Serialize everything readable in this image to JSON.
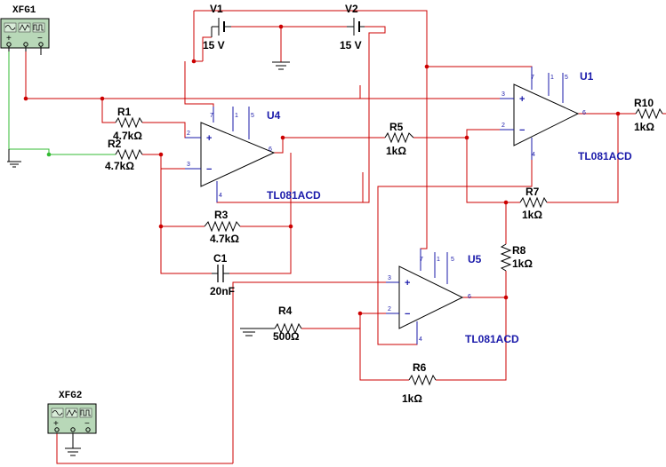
{
  "colors": {
    "wire": "#cc0000",
    "wire_green": "#33bb33",
    "component": "#1a1aaa",
    "generator_face": "#b8d8b8",
    "black": "#000000"
  },
  "generators": {
    "xfg1": {
      "name": "XFG1",
      "pins": [
        "+",
        "−"
      ]
    },
    "xfg2": {
      "name": "XFG2",
      "pins": [
        "+",
        "−"
      ]
    }
  },
  "sources": {
    "v1": {
      "name": "V1",
      "value": "15 V"
    },
    "v2": {
      "name": "V2",
      "value": "15 V"
    }
  },
  "resistors": {
    "r1": {
      "name": "R1",
      "value": "4.7kΩ"
    },
    "r2": {
      "name": "R2",
      "value": "4.7kΩ"
    },
    "r3": {
      "name": "R3",
      "value": "4.7kΩ"
    },
    "r4": {
      "name": "R4",
      "value": "500Ω"
    },
    "r5": {
      "name": "R5",
      "value": "1kΩ"
    },
    "r6": {
      "name": "R6",
      "value": "1kΩ"
    },
    "r7": {
      "name": "R7",
      "value": "1kΩ"
    },
    "r8": {
      "name": "R8",
      "value": "1kΩ"
    },
    "r10": {
      "name": "R10",
      "value": "1kΩ"
    }
  },
  "capacitors": {
    "c1": {
      "name": "C1",
      "value": "20nF"
    }
  },
  "opamps": {
    "u1": {
      "name": "U1",
      "part": "TL081ACD",
      "pins": {
        "plus": "3",
        "minus": "2",
        "out": "6",
        "v_neg": "4",
        "top": [
          "7",
          "1",
          "5"
        ]
      }
    },
    "u4": {
      "name": "U4",
      "part": "TL081ACD",
      "pins": {
        "plus": "2",
        "minus": "3",
        "out": "6",
        "v_neg": "4",
        "top": [
          "7",
          "1",
          "5"
        ]
      }
    },
    "u5": {
      "name": "U5",
      "part": "TL081ACD",
      "pins": {
        "plus": "3",
        "minus": "2",
        "out": "6",
        "v_neg": "4",
        "top": [
          "7",
          "1",
          "5"
        ]
      }
    }
  }
}
